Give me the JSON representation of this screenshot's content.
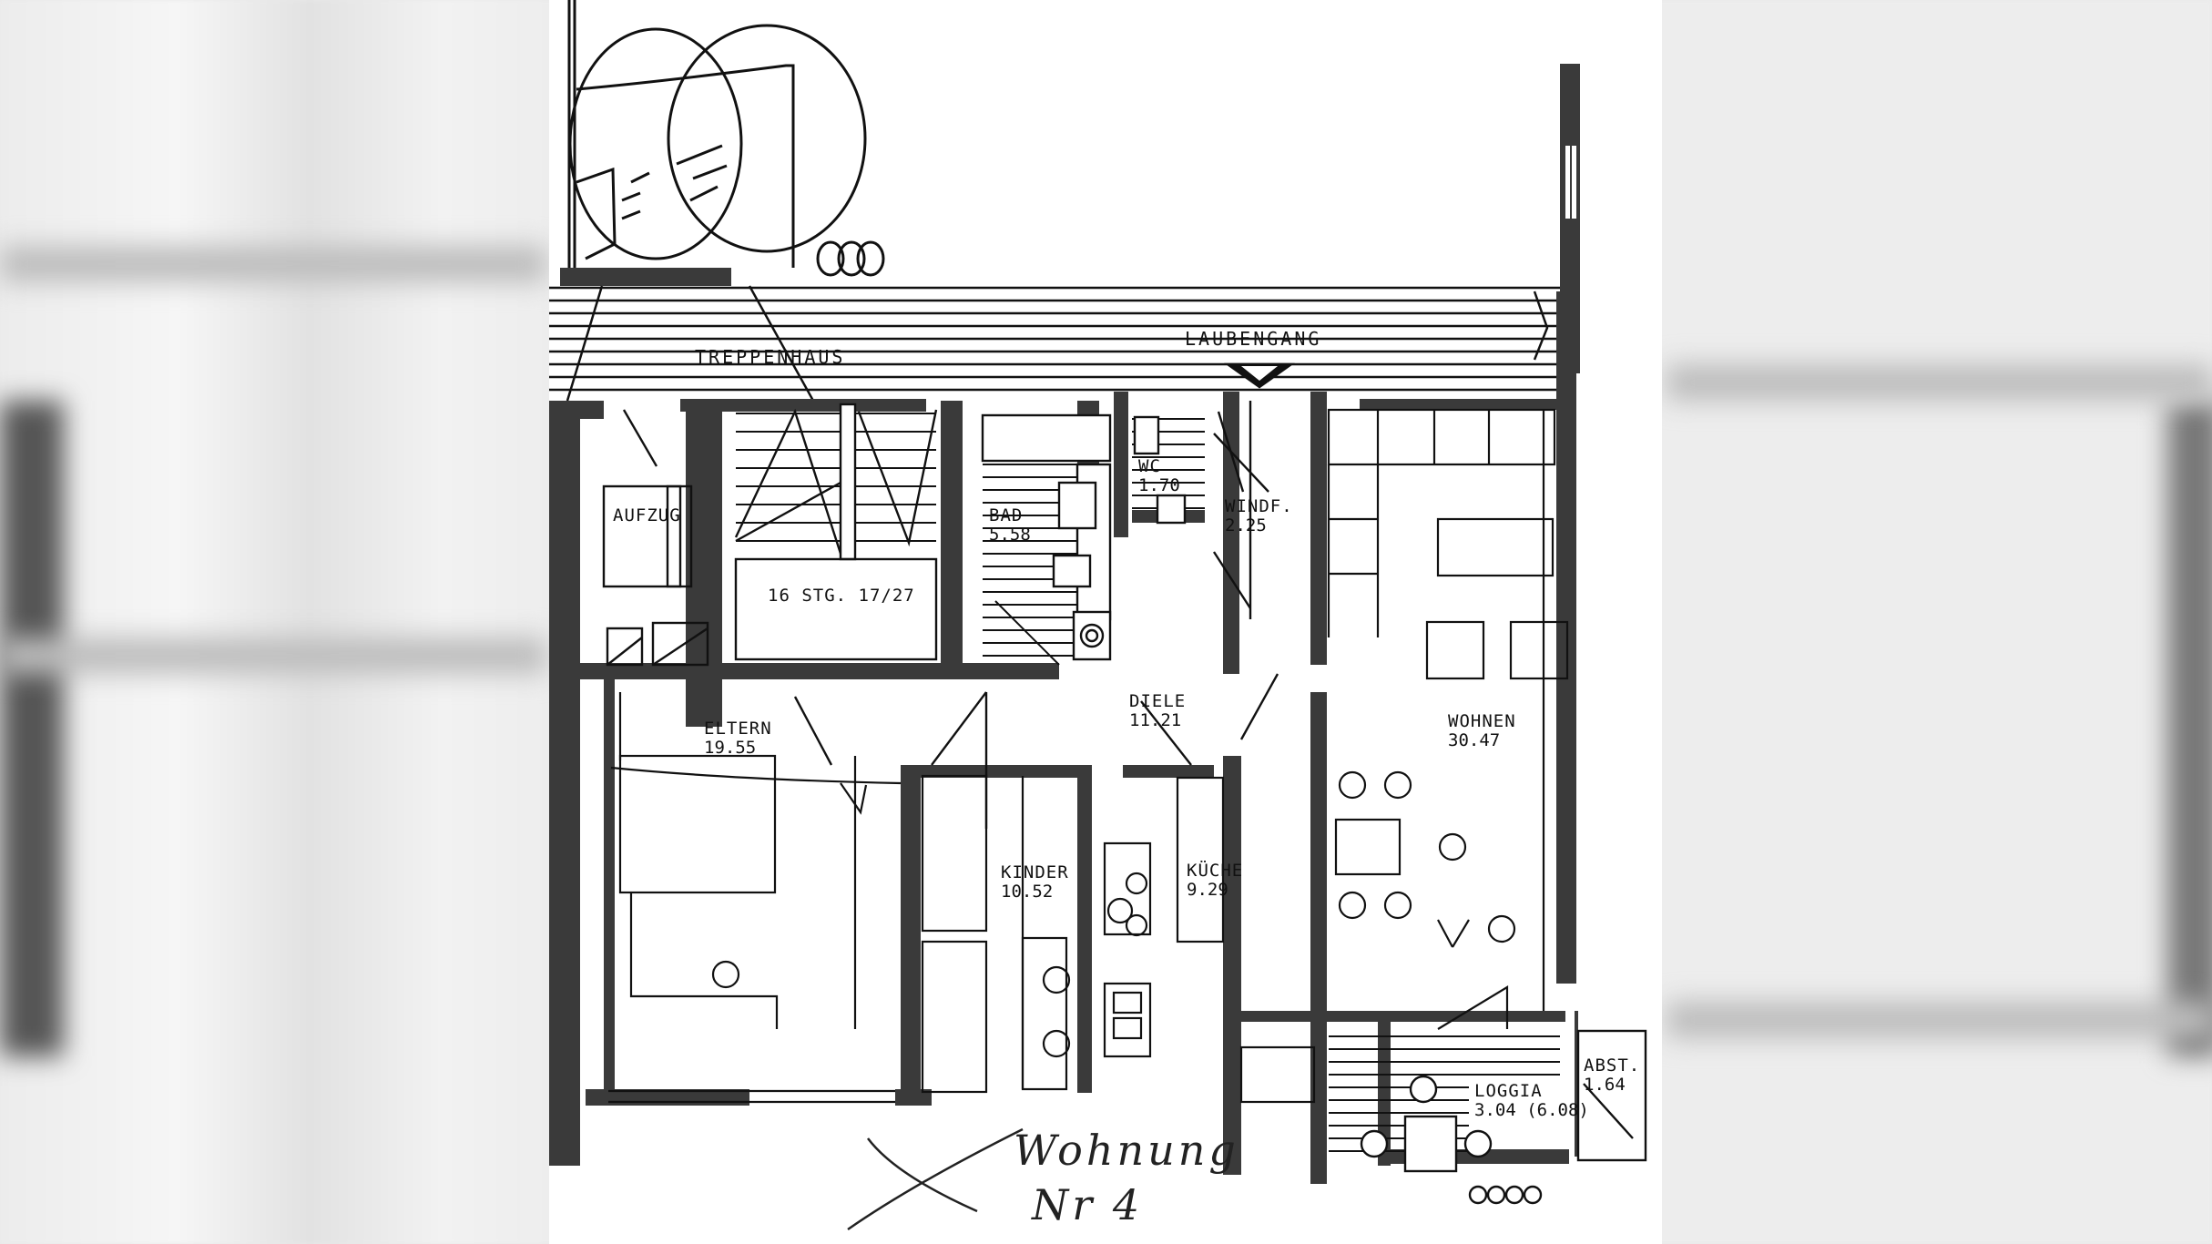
{
  "title": "Grundriss Wohnung Nr. 4",
  "corridor_labels": {
    "stairwell": "TREPPENHAUS",
    "gallery": "LAUBENGANG"
  },
  "rooms": [
    {
      "name": "AUFZUG",
      "area": ""
    },
    {
      "name": "16 STG. 17/27",
      "area": ""
    },
    {
      "name": "BAD",
      "area": "5.58"
    },
    {
      "name": "WC",
      "area": "1.70"
    },
    {
      "name": "WINDF.",
      "area": "2.25"
    },
    {
      "name": "WOHNEN",
      "area": "30.47"
    },
    {
      "name": "DIELE",
      "area": "11.21"
    },
    {
      "name": "ELTERN",
      "area": "19.55"
    },
    {
      "name": "KINDER",
      "area": "10.52"
    },
    {
      "name": "KÜCHE",
      "area": "9.29"
    },
    {
      "name": "LOGGIA",
      "area": "3.04 (6.08)"
    },
    {
      "name": "ABST.",
      "area": "1.64"
    }
  ],
  "handwritten_note": {
    "line1": "Wohnung",
    "line2": "Nr 4",
    "mark": "X"
  },
  "colors": {
    "wall": "#3a3a3a",
    "line": "#111111",
    "paper": "#ffffff",
    "background": "#e8e8e8"
  }
}
